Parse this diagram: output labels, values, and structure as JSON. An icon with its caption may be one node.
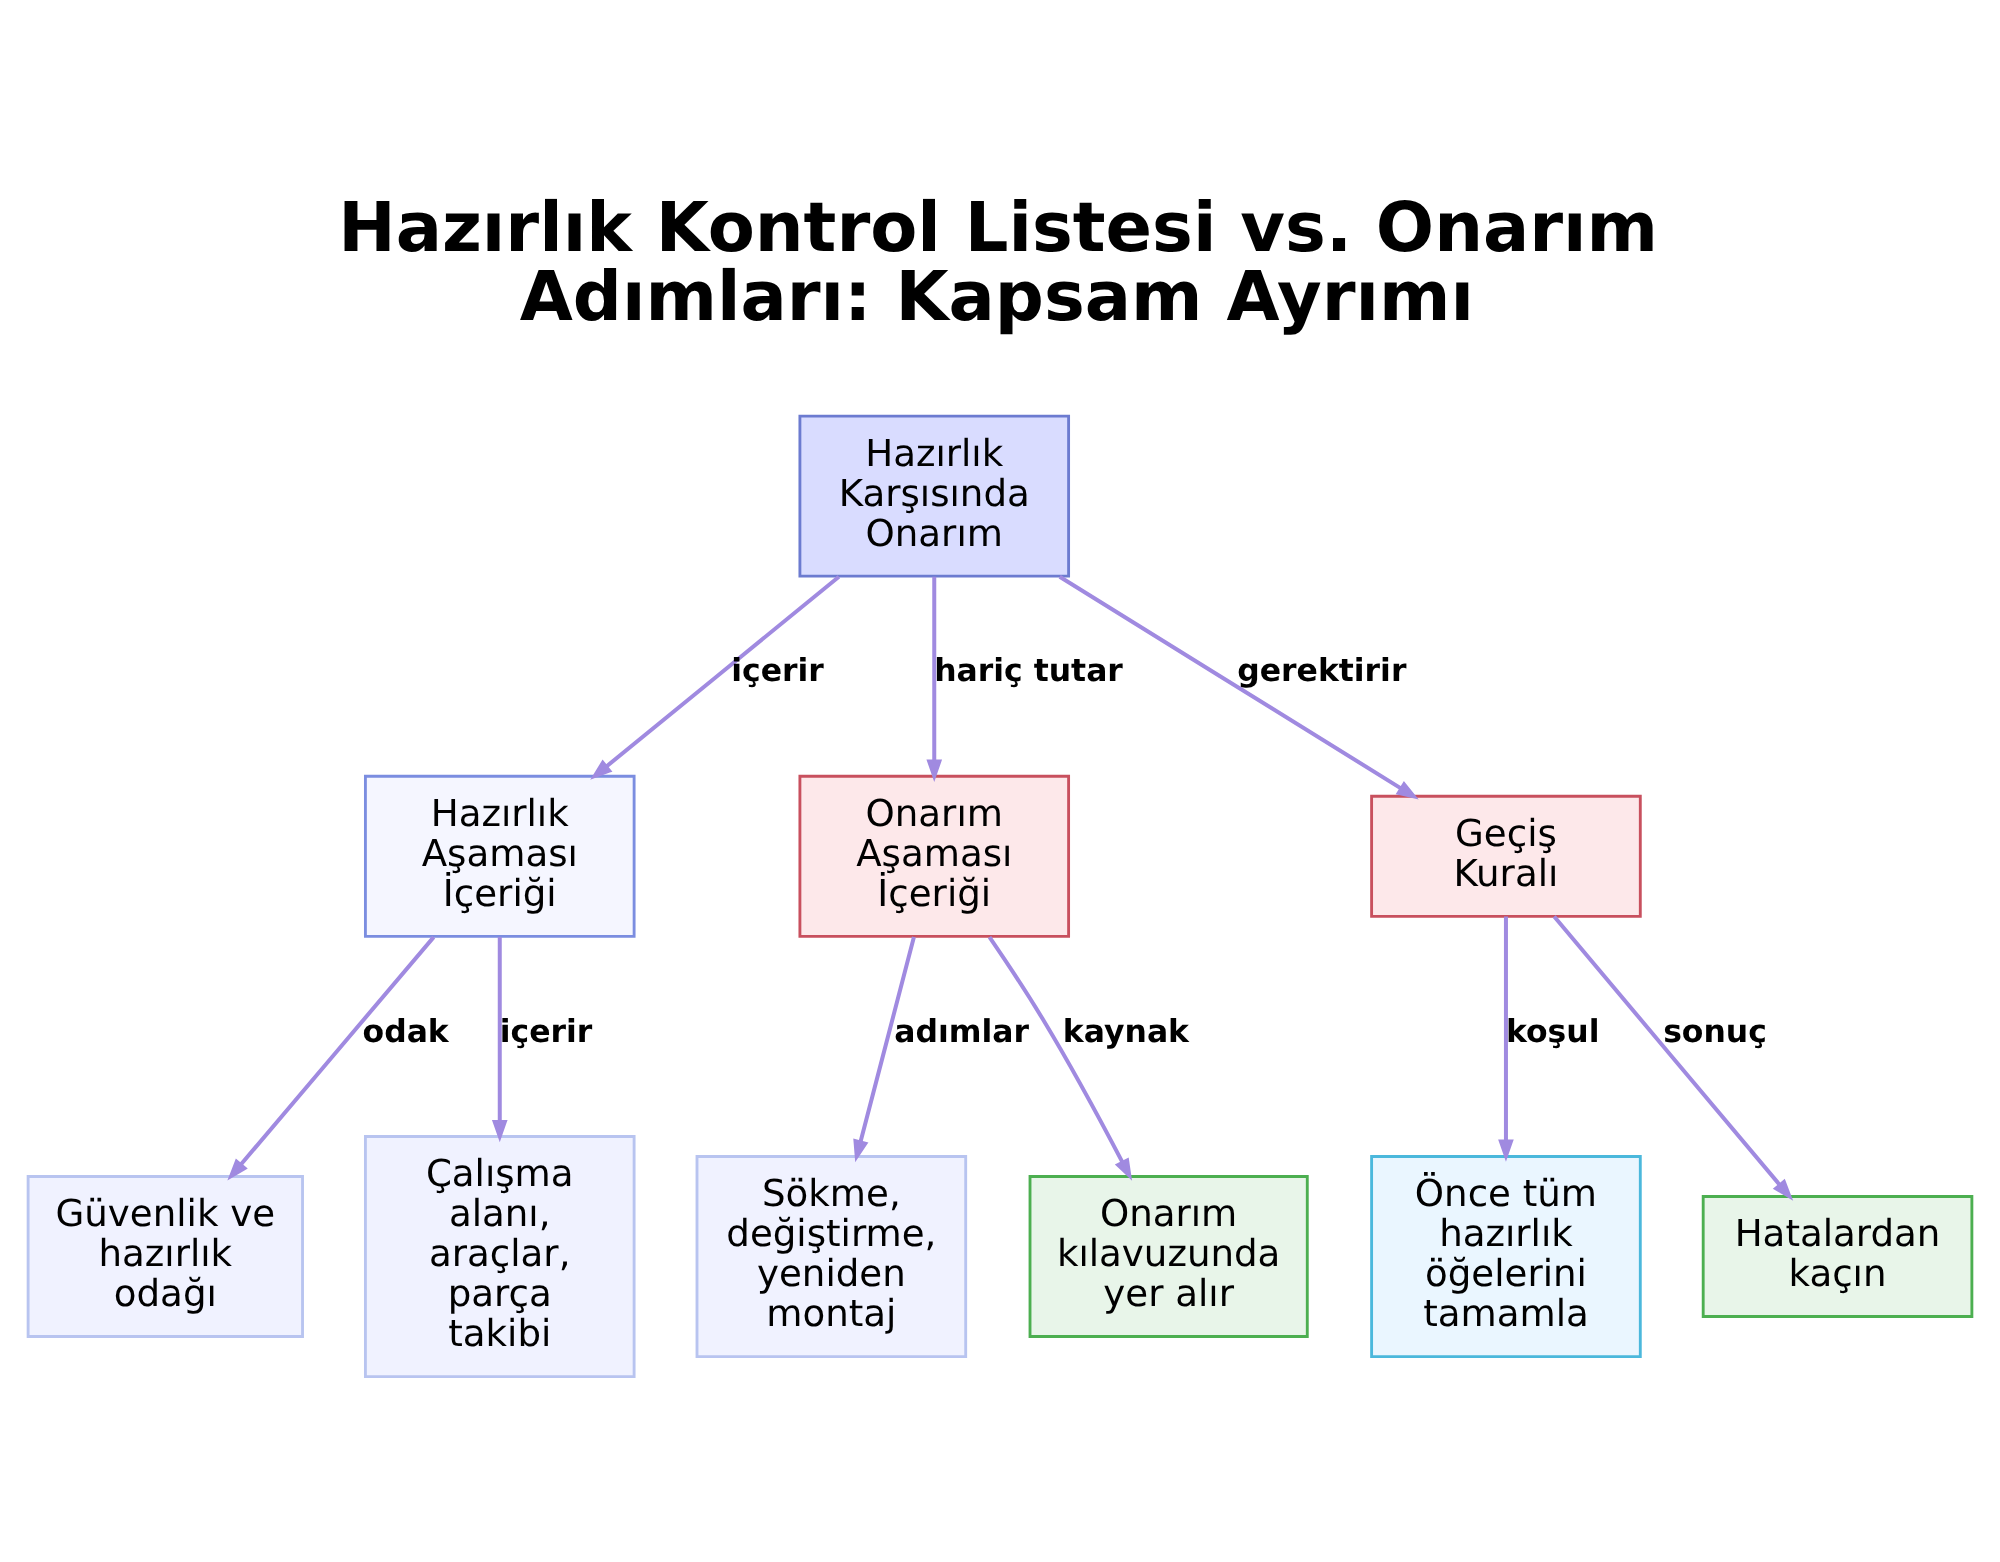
{
  "diagram": {
    "title": "Hazırlık Kontrol Listesi vs. Onarım Adımları: Kapsam Ayrımı",
    "nodes": [
      {
        "text": [
          "Hazırlık Karşısında Onarım"
        ]
      },
      {
        "text": [
          "Hazırlık Aşaması İçeriği"
        ]
      },
      {
        "text": [
          "Onarım Aşaması İçeriği"
        ]
      },
      {
        "text": [
          "Geçiş Kuralı"
        ]
      },
      {
        "text": [
          "Güvenlik ve hazırlık odağı"
        ]
      },
      {
        "text": [
          "Çalışma alanı, araçlar, parça takibi"
        ]
      },
      {
        "text": [
          "Sökme, değiştirme, yeniden montaj"
        ]
      },
      {
        "text": [
          "Onarım kılavuzunda yer alır"
        ]
      },
      {
        "text": [
          "Önce tüm hazırlık öğelerini tamamla"
        ]
      },
      {
        "text": [
          "Hatalardan kaçın"
        ]
      }
    ],
    "edges": [
      {
        "from": 0,
        "to": 1,
        "arrow": "to",
        "label": "içerir"
      },
      {
        "from": 0,
        "to": 2,
        "arrow": "to",
        "label": "hariç tutar"
      },
      {
        "from": 0,
        "to": 3,
        "arrow": "to",
        "label": "gerektirir"
      },
      {
        "from": 1,
        "to": 4,
        "arrow": "to",
        "label": "odak"
      },
      {
        "from": 1,
        "to": 5,
        "arrow": "to",
        "label": "içerir"
      },
      {
        "from": 2,
        "to": 6,
        "arrow": "to",
        "label": "adımlar"
      },
      {
        "from": 2,
        "to": 7,
        "arrow": "to",
        "label": "kaynak"
      },
      {
        "from": 3,
        "to": 8,
        "arrow": "to",
        "label": "koşul"
      },
      {
        "from": 3,
        "to": 9,
        "arrow": "to",
        "label": "sonuç"
      }
    ]
  }
}
